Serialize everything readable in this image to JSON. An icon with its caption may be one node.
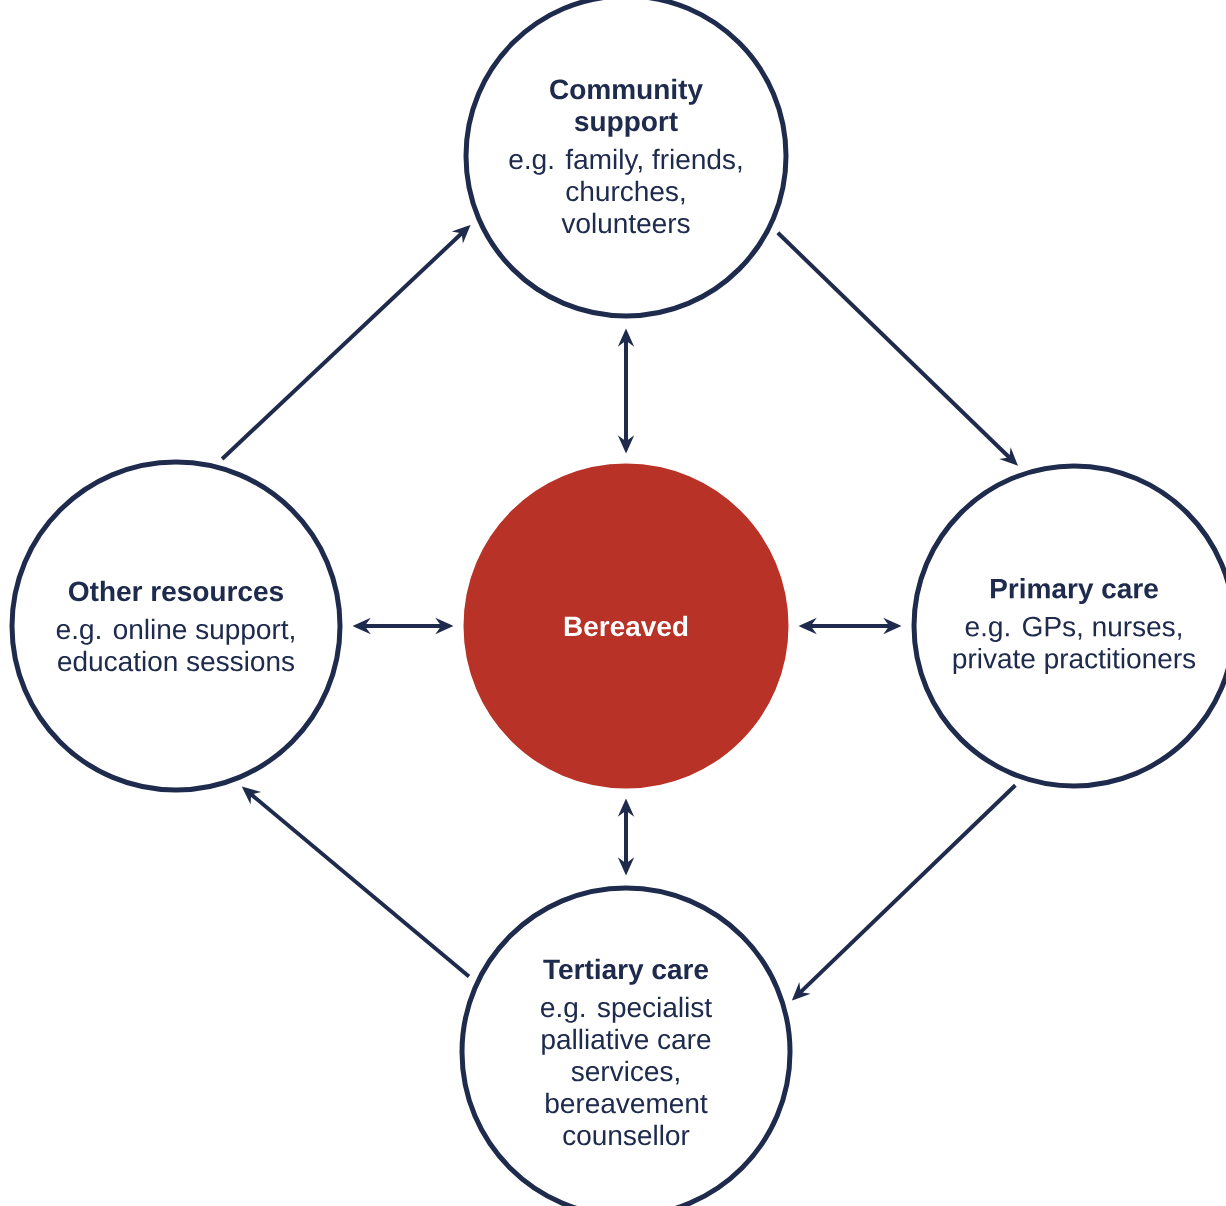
{
  "diagram": {
    "nodes": [
      {
        "text": [
          "Community support",
          "e.g. family, friends, churches, volunteers"
        ]
      },
      {
        "text": [
          "Other resources",
          "e.g. online support, education sessions"
        ]
      },
      {
        "text": [
          "Bereaved"
        ]
      },
      {
        "text": [
          "Primary care",
          "e.g. GPs, nurses, private practitioners"
        ]
      },
      {
        "text": [
          "Tertiary care",
          "e.g. specialist palliative care services, bereavement counsellor"
        ]
      }
    ],
    "edges": [
      {
        "from": 1,
        "to": 0,
        "arrow": "to"
      },
      {
        "from": 0,
        "to": 3,
        "arrow": "to"
      },
      {
        "from": 3,
        "to": 4,
        "arrow": "to"
      },
      {
        "from": 4,
        "to": 1,
        "arrow": "to"
      },
      {
        "from": 2,
        "to": 0,
        "arrow": "both"
      },
      {
        "from": 2,
        "to": 1,
        "arrow": "both"
      },
      {
        "from": 2,
        "to": 3,
        "arrow": "both"
      },
      {
        "from": 2,
        "to": 4,
        "arrow": "both"
      }
    ]
  }
}
